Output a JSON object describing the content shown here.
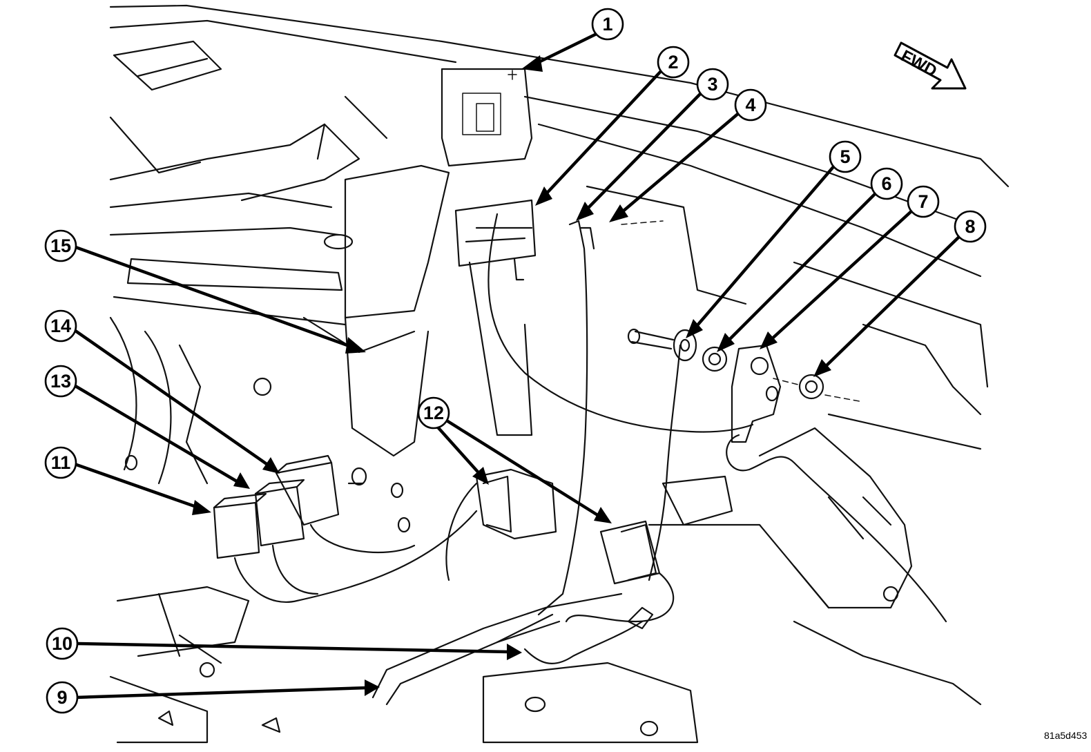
{
  "direction_indicator": {
    "label": "FWD"
  },
  "figure_id": "81a5d453",
  "callouts": [
    {
      "label": "1"
    },
    {
      "label": "2"
    },
    {
      "label": "3"
    },
    {
      "label": "4"
    },
    {
      "label": "5"
    },
    {
      "label": "6"
    },
    {
      "label": "7"
    },
    {
      "label": "8"
    },
    {
      "label": "9"
    },
    {
      "label": "10"
    },
    {
      "label": "11"
    },
    {
      "label": "12"
    },
    {
      "label": "13"
    },
    {
      "label": "14"
    },
    {
      "label": "15"
    }
  ]
}
